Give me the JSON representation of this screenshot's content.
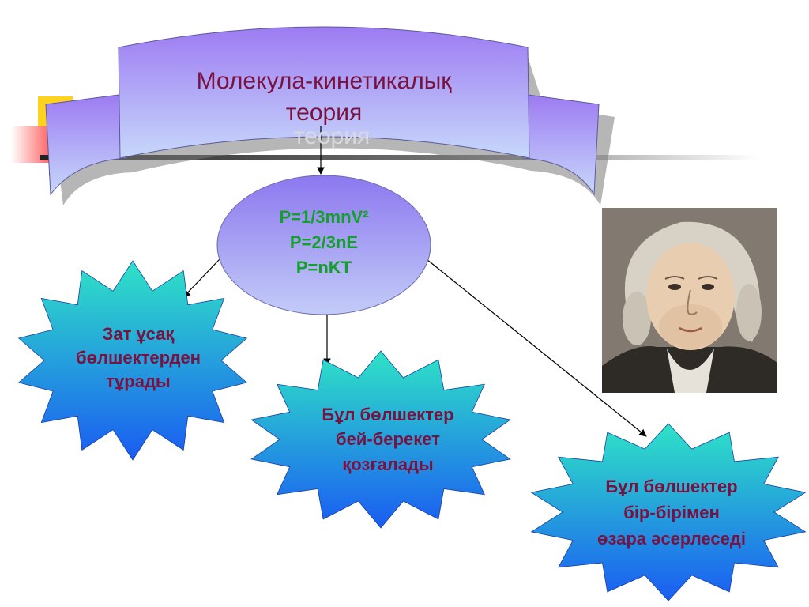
{
  "title": {
    "line1": "Молекула-кинетикалық",
    "line2": "теория",
    "shadow": "теория"
  },
  "formulas": {
    "line1": "P=1/3mnV²",
    "line2": "P=2/3nE",
    "line3": "P=nKT"
  },
  "stars": [
    {
      "line1": "Зат  ұсақ",
      "line2": "бөлшектерден",
      "line3": "тұрады"
    },
    {
      "line1": "Бұл бөлшектер",
      "line2": "бей-берекет",
      "line3": "қозғалады"
    },
    {
      "line1": "Бұл бөлшектер",
      "line2": "бір-бірімен",
      "line3": "өзара әсерлеседі"
    }
  ],
  "colors": {
    "title_text": "#7a1240",
    "formula_text": "#12a02a",
    "star_text": "#7a1240",
    "banner_fill_top": "#9d7bf2",
    "banner_fill_bottom": "#c3d4fb",
    "star_fill_top": "#2ce0c8",
    "star_fill_bottom": "#1c5ff0"
  },
  "icons": {
    "portrait": "portrait-image",
    "decor": "corner-squares-decor"
  }
}
